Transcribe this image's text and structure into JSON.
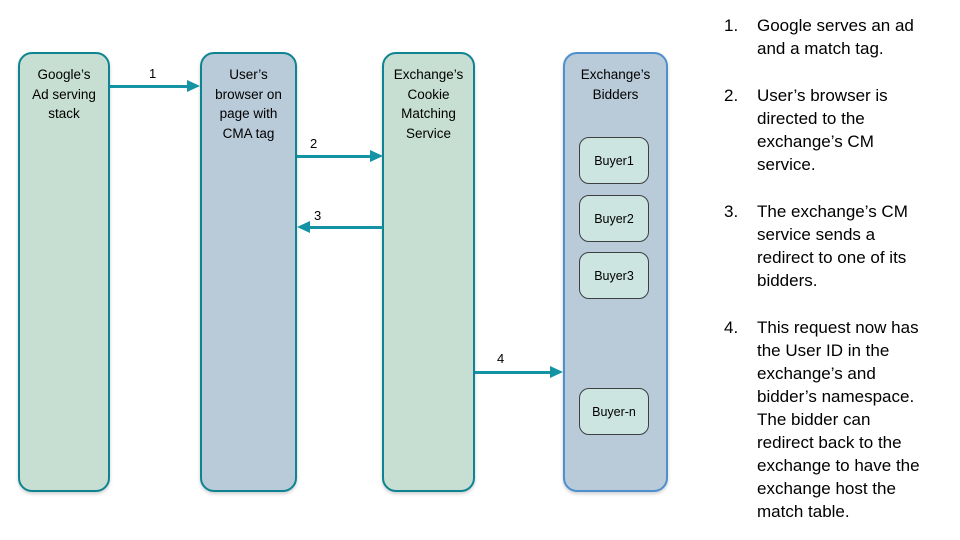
{
  "diagram": {
    "nodes": [
      {
        "id": "google-stack",
        "title": "Google’s\nAd serving\nstack"
      },
      {
        "id": "user-browser",
        "title": "User’s\nbrowser on\npage with\nCMA tag"
      },
      {
        "id": "cm-service",
        "title": "Exchange’s\nCookie\nMatching\nService"
      },
      {
        "id": "bidders",
        "title": "Exchange’s\nBidders"
      }
    ],
    "buyers": [
      "Buyer1",
      "Buyer2",
      "Buyer3",
      "Buyer-n"
    ],
    "arrows": [
      {
        "label": "1",
        "from": "google-stack",
        "to": "user-browser",
        "direction": "right"
      },
      {
        "label": "2",
        "from": "user-browser",
        "to": "cm-service",
        "direction": "right"
      },
      {
        "label": "3",
        "from": "cm-service",
        "to": "user-browser",
        "direction": "left"
      },
      {
        "label": "4",
        "from": "cm-service",
        "to": "bidders",
        "direction": "right"
      }
    ],
    "colors": {
      "green_node_fill": "#c7ded3",
      "blue_node_fill": "#b9cad9",
      "teal_border": "#0e8493",
      "blue_border": "#4e8fcd",
      "buyer_fill": "#cde5e0",
      "buyer_border": "#3d3f41",
      "arrow": "#1493a5"
    }
  },
  "steps": [
    {
      "number": "1.",
      "text": "Google serves an ad\nand a match tag."
    },
    {
      "number": "2.",
      "text": "User’s browser is\ndirected to the\nexchange’s CM\nservice."
    },
    {
      "number": "3.",
      "text": "The exchange’s CM\nservice sends a\nredirect to one of its\nbidders."
    },
    {
      "number": "4.",
      "text": "This request now has\nthe User ID in the\nexchange’s and\nbidder’s namespace.\nThe bidder can\nredirect back to the\nexchange to have the\nexchange host the\nmatch table."
    }
  ]
}
